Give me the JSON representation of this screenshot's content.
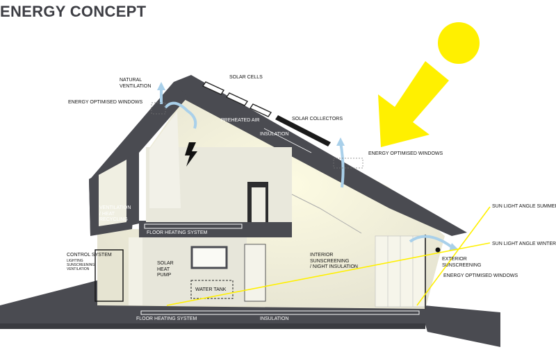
{
  "title": "ENERGY CONCEPT",
  "labels": {
    "natural_ventilation": [
      "NATURAL",
      "VENTILATION"
    ],
    "energy_optimised_windows_left": "ENERGY OPTIMISED WINDOWS",
    "solar_cells": "SOLAR CELLS",
    "preheated_air": "PREHEATED AIR",
    "solar_collectors": "SOLAR COLLECTORS",
    "insulation_roof": "INSULATION",
    "energy_optimised_windows_right": "ENERGY OPTIMISED WINDOWS",
    "ventilation_heat_recycling": [
      "VENTILATION",
      "/ HEAT",
      "RECYCLING"
    ],
    "floor_heating_upper": "FLOOR HEATING SYSTEM",
    "sun_angle_summer": "SUN LIGHT ANGLE SUMMER",
    "sun_angle_winter": "SUN LIGHT ANGLE WINTER",
    "control_system": "CONTROL SYSTEM",
    "control_system_items": [
      "LIGHTING",
      "SUNSCREENING",
      "VENTILATION"
    ],
    "solar_heat_pump": [
      "SOLAR",
      "HEAT",
      "PUMP"
    ],
    "interior_sunscreening": [
      "INTERIOR",
      "SUNSCREENING",
      "/ NIGHT INSULATION"
    ],
    "exterior_sunscreening": [
      "EXTERIOR",
      "SUNSCREENING"
    ],
    "energy_optimised_windows_low": "ENERGY OPTIMISED WINDOWS",
    "water_tank": "WATER TANK",
    "floor_heating_lower": "FLOOR HEATING SYSTEM",
    "insulation_floor": "INSULATION"
  },
  "colors": {
    "sun": "#fff000",
    "dark": "#4a4b51",
    "wall": "#ecebe0",
    "arrow": "#a9d0ea",
    "glow": "#f7f5c8"
  }
}
